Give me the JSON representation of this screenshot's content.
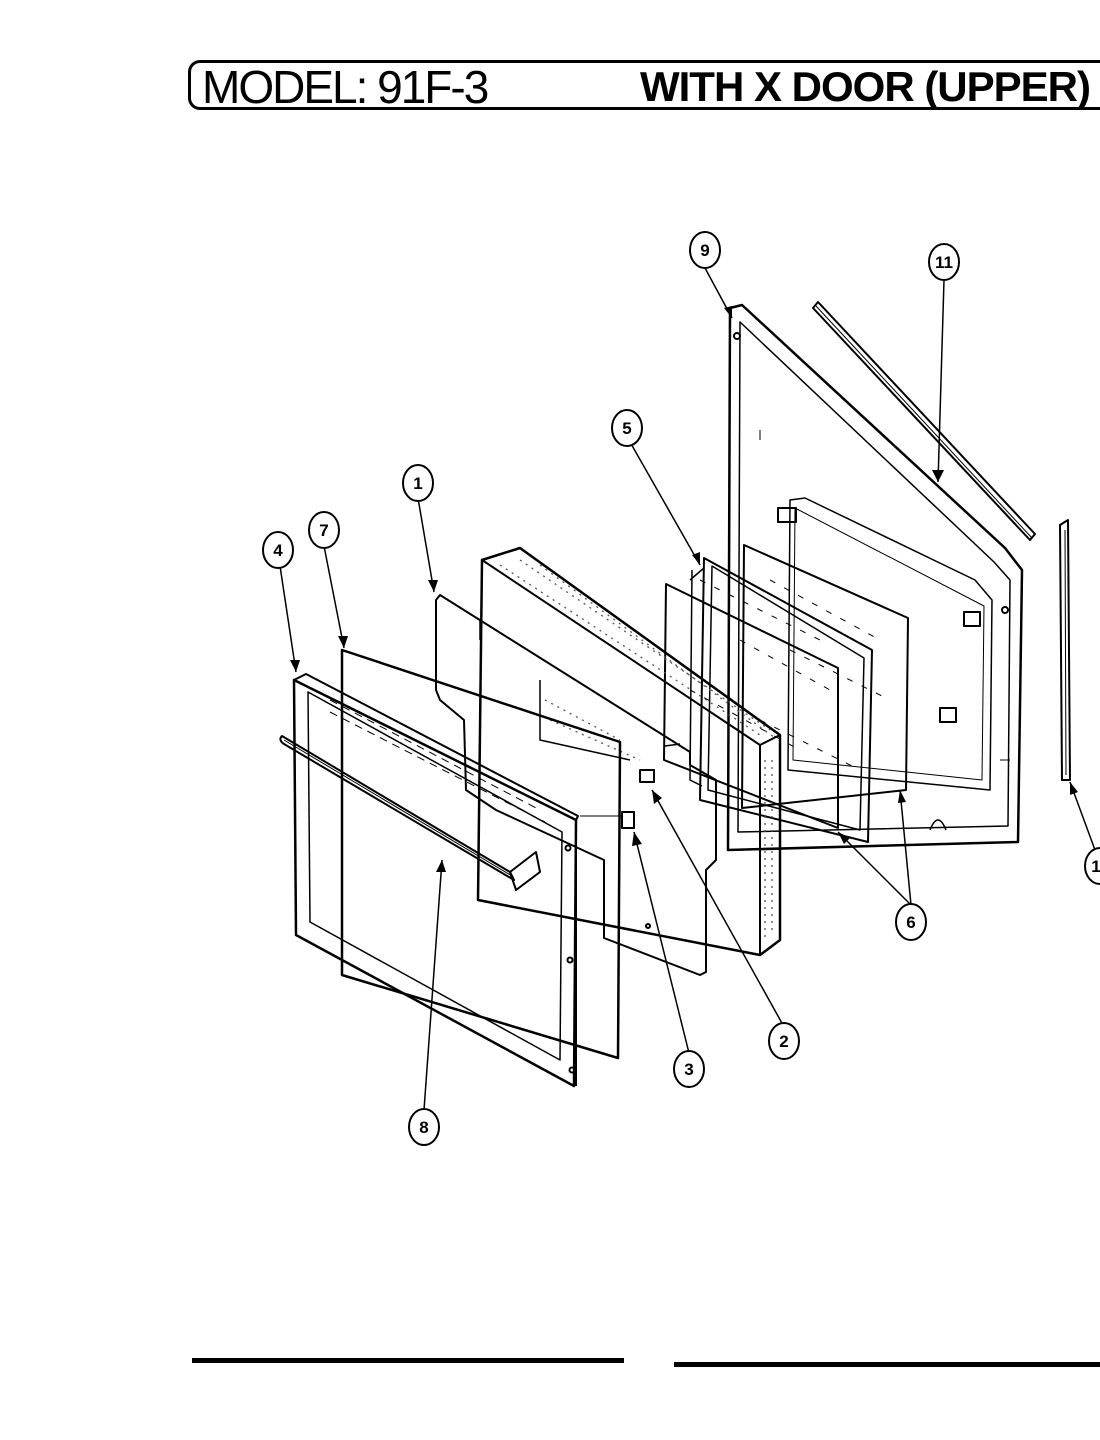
{
  "header": {
    "model_title": "MODEL: 91F-3",
    "door_title": "WITH X DOOR (UPPER)"
  },
  "callouts": [
    "9",
    "11",
    "5",
    "1",
    "7",
    "4",
    "2",
    "3",
    "6",
    "8",
    "1"
  ],
  "colors": {
    "ink": "#000000",
    "paper": "#ffffff",
    "speckle": "#555555"
  }
}
